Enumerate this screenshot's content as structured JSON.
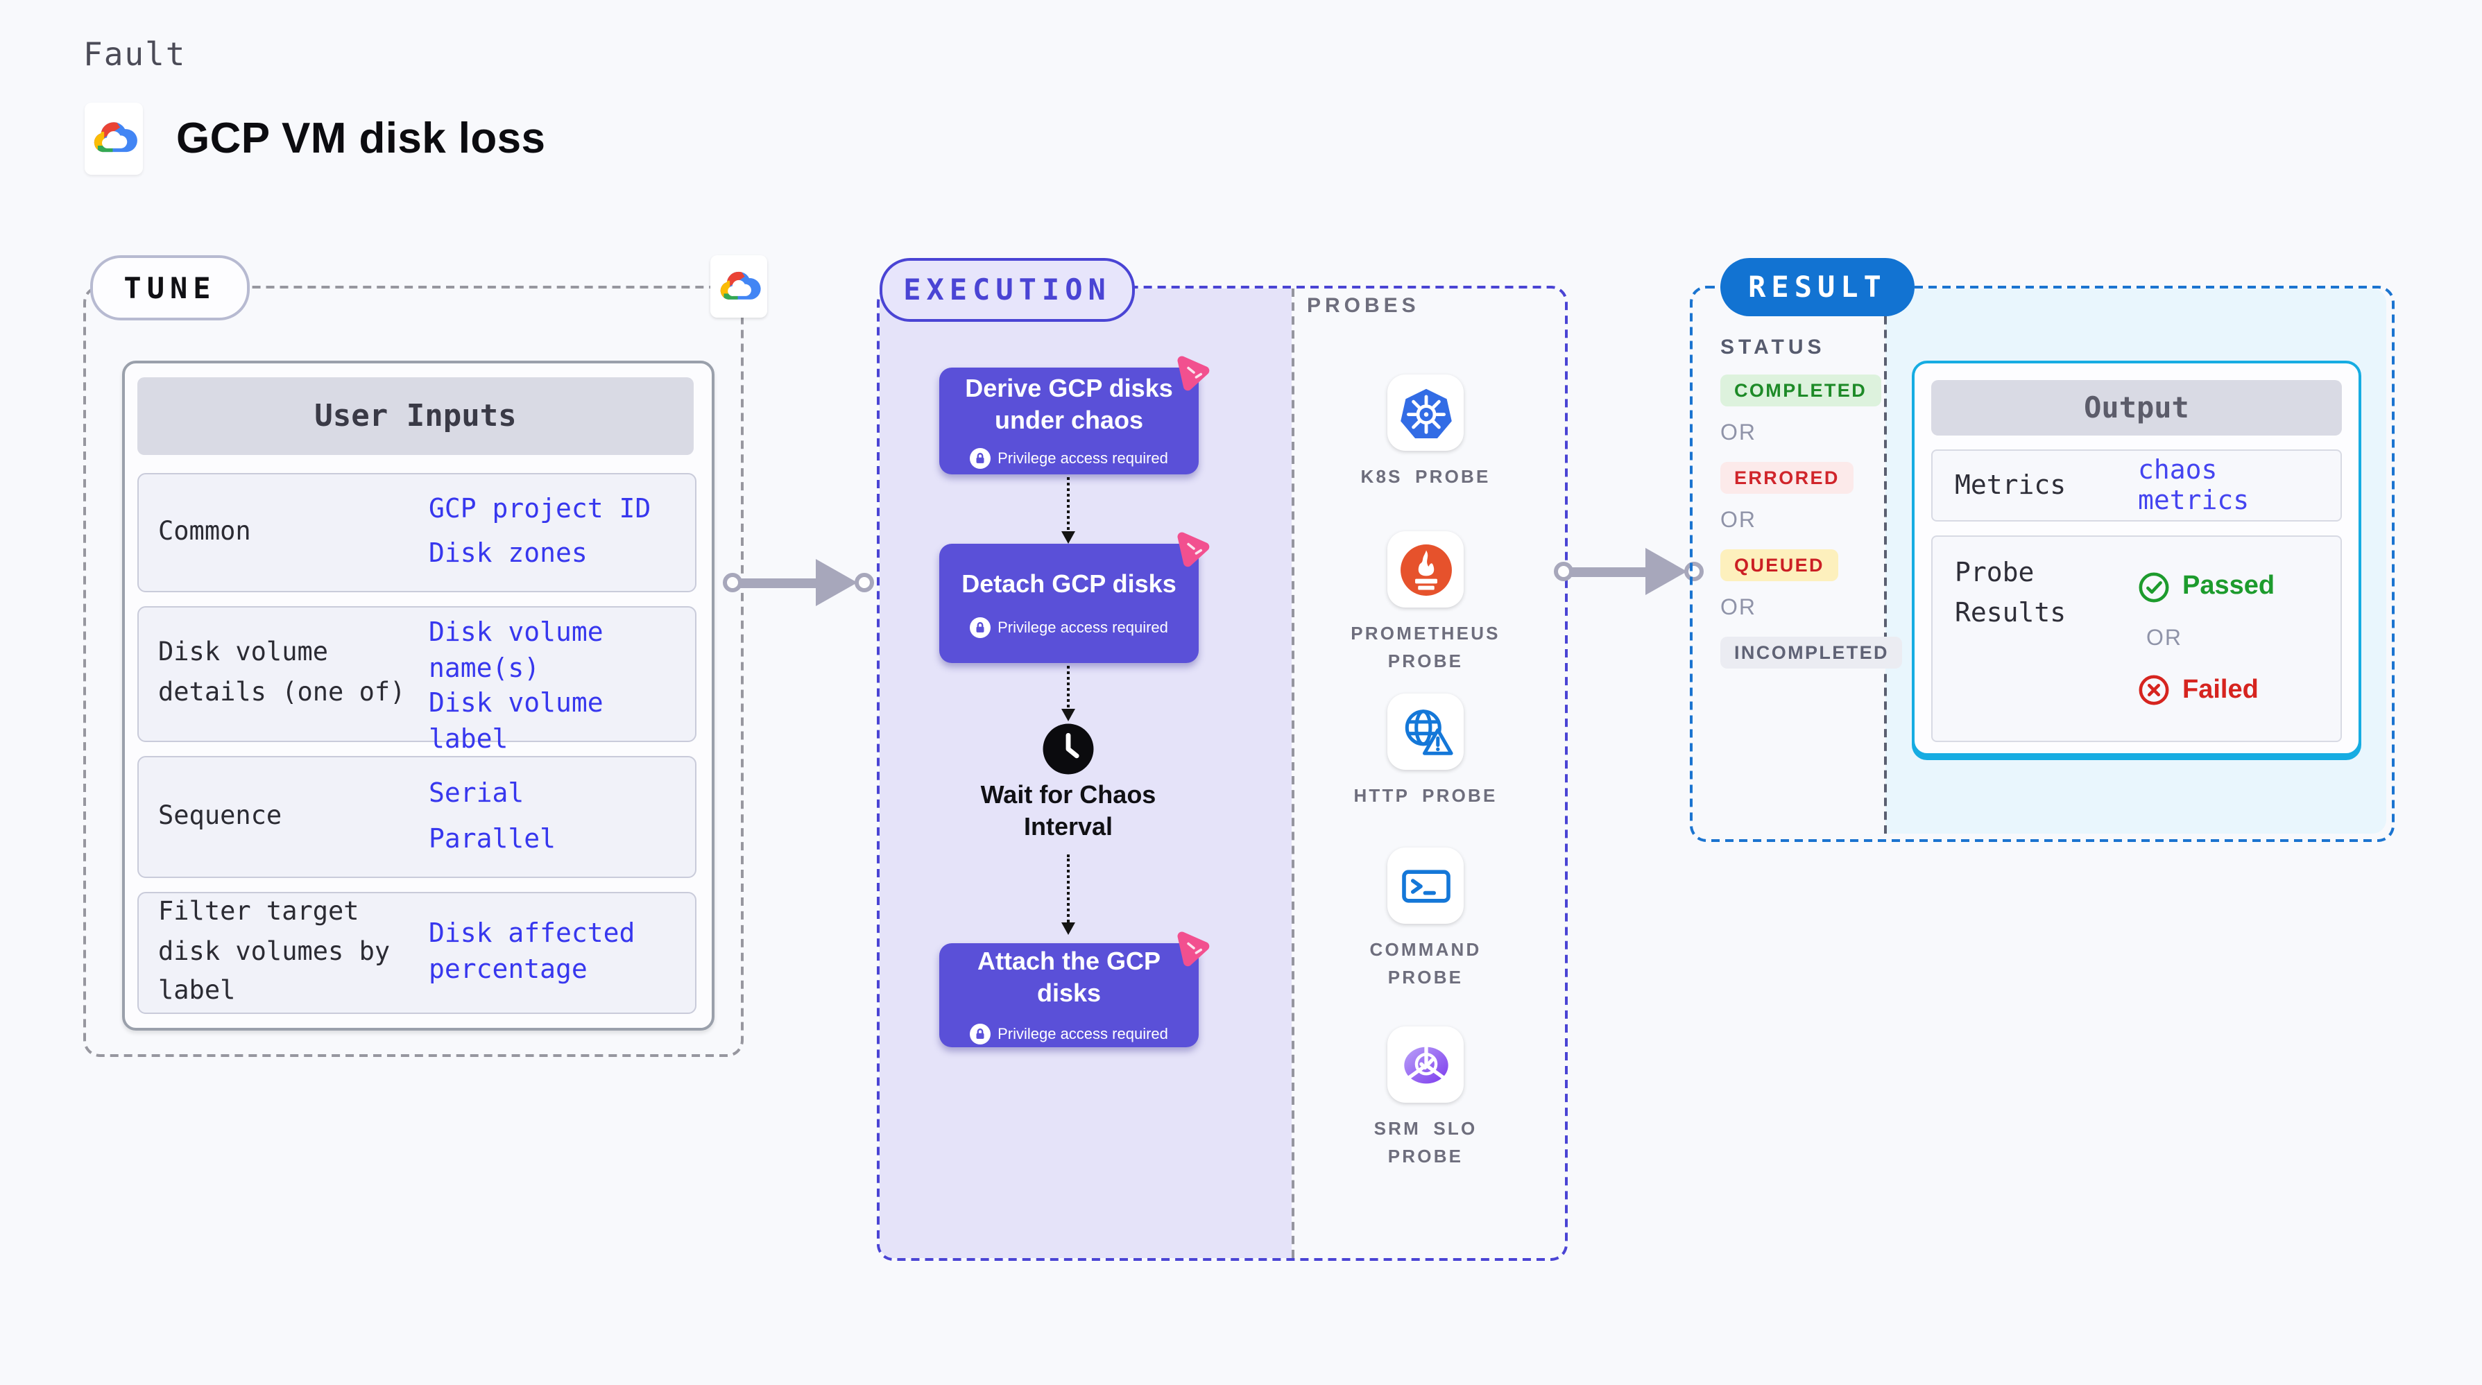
{
  "page": {
    "kicker": "Fault",
    "title": "GCP VM disk loss"
  },
  "tune": {
    "badge": "TUNE",
    "user_inputs": {
      "header": "User Inputs",
      "rows": [
        {
          "label": "Common",
          "values": [
            "GCP project ID",
            "Disk zones"
          ]
        },
        {
          "label": "Disk volume details (one of)",
          "values": [
            "Disk volume name(s)",
            "Disk volume label"
          ]
        },
        {
          "label": "Sequence",
          "values": [
            "Serial",
            "Parallel"
          ]
        },
        {
          "label": "Filter target disk volumes by label",
          "values": [
            "Disk affected percentage"
          ]
        }
      ]
    }
  },
  "execution": {
    "badge": "EXECUTION",
    "steps": [
      {
        "label": "Derive GCP disks under chaos",
        "note": "Privilege access required"
      },
      {
        "label": "Detach GCP disks",
        "note": "Privilege access required"
      }
    ],
    "wait_label": "Wait for Chaos Interval",
    "attach_step": {
      "label": "Attach the GCP disks",
      "note": "Privilege access required"
    }
  },
  "probes": {
    "heading": "PROBES",
    "items": [
      {
        "label": "K8S PROBE",
        "icon": "kubernetes-icon"
      },
      {
        "label": "PROMETHEUS PROBE",
        "icon": "prometheus-icon"
      },
      {
        "label": "HTTP PROBE",
        "icon": "http-globe-icon"
      },
      {
        "label": "COMMAND PROBE",
        "icon": "terminal-icon"
      },
      {
        "label": "SRM SLO PROBE",
        "icon": "srm-slo-icon"
      }
    ]
  },
  "result": {
    "badge": "RESULT",
    "status": {
      "heading": "STATUS",
      "or": "OR",
      "items": [
        "COMPLETED",
        "ERRORED",
        "QUEUED",
        "INCOMPLETED"
      ]
    },
    "output": {
      "header": "Output",
      "metrics_label": "Metrics",
      "metrics_value": "chaos metrics",
      "probe_results_label": "Probe Results",
      "passed": "Passed",
      "or": "OR",
      "failed": "Failed"
    }
  },
  "colors": {
    "accent_indigo": "#4a44d4",
    "node_purple": "#5a50d8",
    "litmus_pink": "#f24b8e",
    "result_blue": "#1273d2",
    "output_cyan_border": "#16ace2",
    "output_cyan_bg": "#e9f6fd",
    "execution_bg": "#e5e3f9",
    "value_blue": "#3737ee",
    "arrow_gray": "#a7a7bb",
    "completed_fg": "#1d8a27",
    "completed_bg": "#ddf2dd",
    "errored_fg": "#d0252b",
    "errored_bg": "#fceaea",
    "queued_fg": "#cb1f24",
    "queued_bg": "#fdf0bd",
    "incompleted_fg": "#5f6275",
    "incompleted_bg": "#ebecf2",
    "passed_green": "#1d9b2d",
    "failed_red": "#d6241f",
    "k8s_blue": "#326ce5",
    "prometheus_orange": "#e6522c",
    "probe_icon_blue": "#1477d8",
    "srm_purple": "#8b5cf6",
    "gcp_red": "#ea4335",
    "gcp_yellow": "#fbbc05",
    "gcp_green": "#34a853",
    "gcp_blue": "#4285f4"
  }
}
